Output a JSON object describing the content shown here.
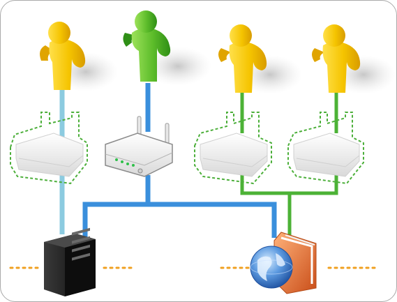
{
  "diagram": {
    "colors": {
      "frame_border": "#a9a9a9",
      "user_yellow": "#f5c400",
      "user_yellow_shade": "#e0a400",
      "user_green": "#5cbc2a",
      "user_green_shade": "#2f8f16",
      "link_blue": "#3a8fdc",
      "link_lightblue": "#8ccbe0",
      "link_green": "#4cb236",
      "dashed_outline": "#4caf3a",
      "router_white": "#f4f4f4",
      "server_black": "#111111",
      "folder_orange": "#e9692c",
      "globe_blue": "#3f7fd0",
      "dotted_orange": "#f0a020"
    },
    "users": [
      {
        "name": "user-1",
        "color": "yellow"
      },
      {
        "name": "user-2",
        "color": "green"
      },
      {
        "name": "user-3",
        "color": "yellow"
      },
      {
        "name": "user-4",
        "color": "yellow"
      }
    ],
    "routers": [
      {
        "name": "router-1",
        "style": "dashed-outline"
      },
      {
        "name": "router-2",
        "style": "solid-with-antennas"
      },
      {
        "name": "router-3",
        "style": "dashed-outline"
      },
      {
        "name": "router-4",
        "style": "dashed-outline"
      }
    ],
    "devices": [
      {
        "name": "server-tower",
        "icon": "server-icon"
      },
      {
        "name": "shared-folder",
        "icon": "folder-icon"
      },
      {
        "name": "globe",
        "icon": "globe-icon"
      }
    ]
  }
}
